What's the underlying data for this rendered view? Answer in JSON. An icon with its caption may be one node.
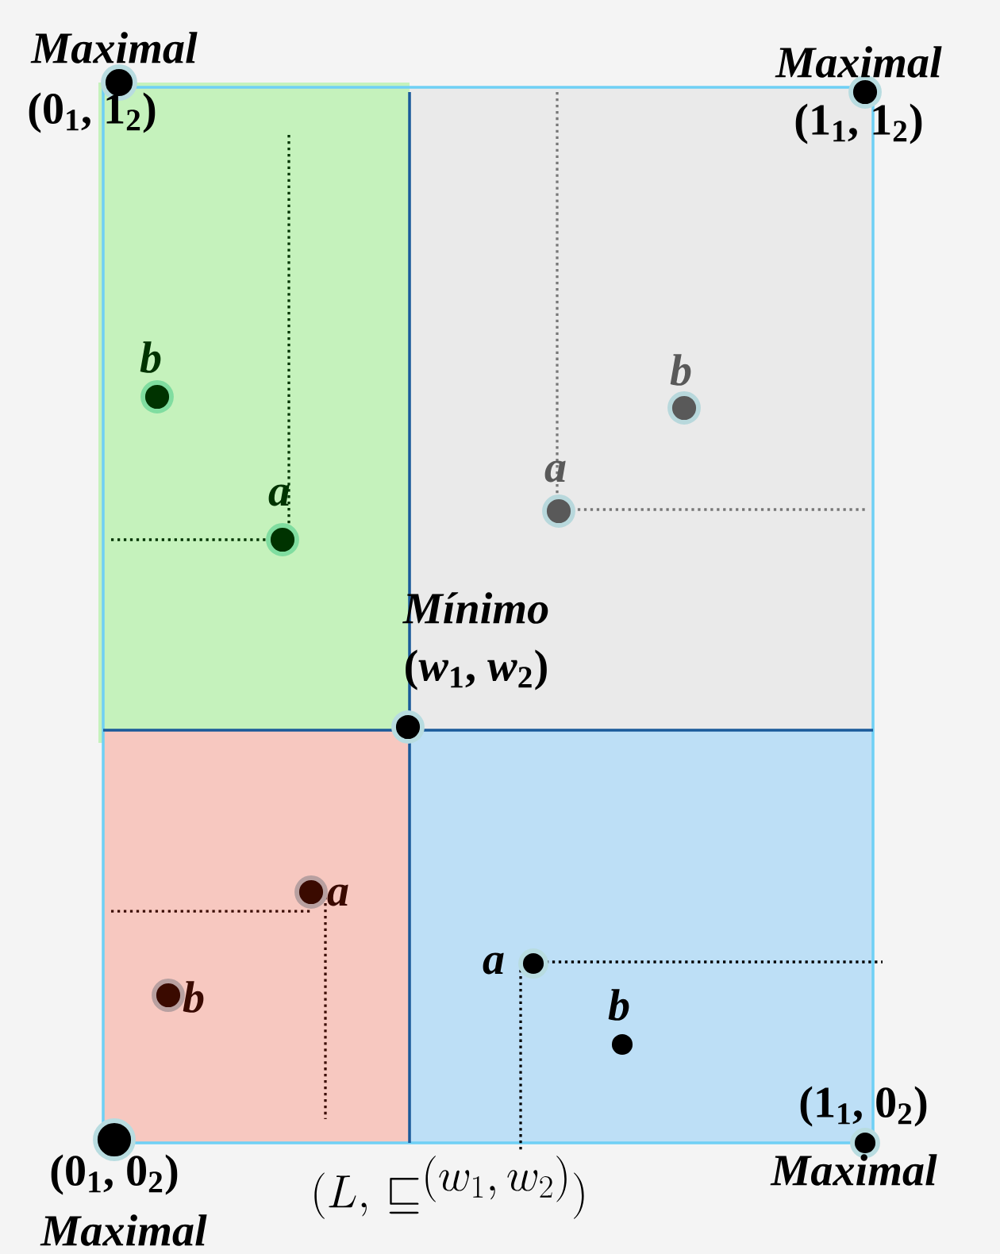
{
  "diagram": {
    "nodes": [
      {
        "text": [],
        "shape": "box"
      },
      {
        "text": [],
        "shape": "box"
      },
      {
        "text": [],
        "shape": "box"
      },
      {
        "text": [],
        "shape": "box"
      },
      {
        "text": [],
        "shape": "circle",
        "in": 0,
        "beside": [
          "b"
        ]
      },
      {
        "text": [],
        "shape": "circle",
        "in": 0,
        "beside": [
          "a"
        ]
      },
      {
        "text": [],
        "shape": "circle",
        "in": 1,
        "beside": [
          "b"
        ]
      },
      {
        "text": [],
        "shape": "circle",
        "in": 1,
        "beside": [
          "a"
        ]
      },
      {
        "text": [],
        "shape": "circle",
        "in": 2,
        "beside": [
          "a"
        ]
      },
      {
        "text": [],
        "shape": "circle",
        "in": 2,
        "beside": [
          "b"
        ]
      },
      {
        "text": [],
        "shape": "circle",
        "in": 3,
        "beside": [
          "a"
        ]
      },
      {
        "text": [],
        "shape": "circle",
        "in": 3,
        "beside": [
          "b"
        ]
      },
      {
        "text": [],
        "shape": "circle",
        "beside": [
          "Maximal",
          "(0$_{1}$, 1$_{2}$)"
        ]
      },
      {
        "text": [],
        "shape": "circle",
        "beside": [
          "Maximal",
          "(1$_{1}$, 1$_{2}$)"
        ]
      },
      {
        "text": [],
        "shape": "circle",
        "beside": [
          "Mínimo",
          "(*w*$_{1}$, *w*$_{2}$)"
        ]
      },
      {
        "text": [],
        "shape": "circle",
        "beside": [
          "(0$_{1}$, 0$_{2}$)",
          "Maximal"
        ]
      },
      {
        "text": [],
        "shape": "circle",
        "beside": [
          "(1$_{1}$, 0$_{2}$)",
          "Maximal"
        ]
      }
    ],
    "labels": [
      "(L,\\,\\sqsubseteq^{(w_1,\\,w_2)})"
    ]
  }
}
